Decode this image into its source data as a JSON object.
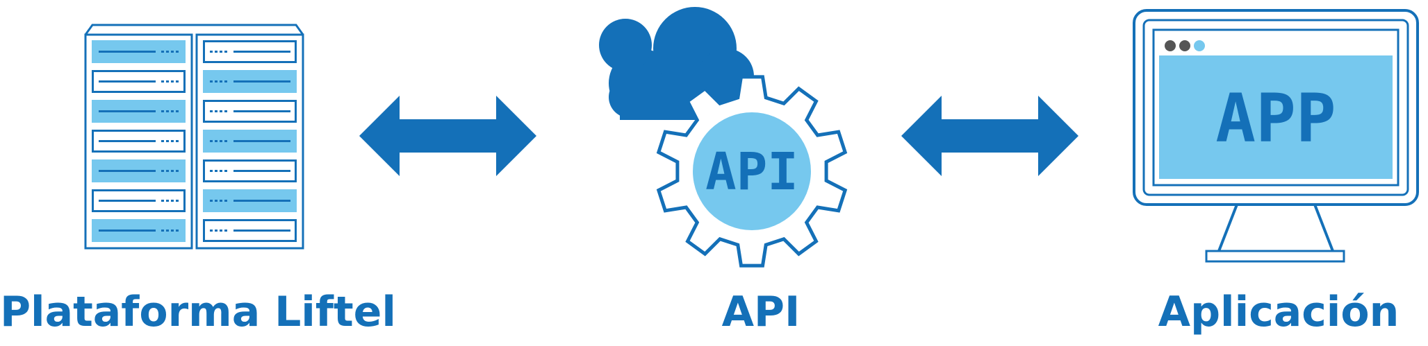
{
  "colors": {
    "primary": "#1470b8",
    "light": "#76c8ee",
    "dot_dark": "#555555",
    "background": "#ffffff"
  },
  "nodes": [
    {
      "id": "platform",
      "label": "Plataforma Liftel",
      "icon": "server-rack-icon"
    },
    {
      "id": "api",
      "label": "API",
      "icon": "cloud-gear-icon",
      "badge": "API"
    },
    {
      "id": "app",
      "label": "Aplicación",
      "icon": "monitor-icon",
      "screen_text": "APP"
    }
  ],
  "connectors": [
    {
      "from": "platform",
      "to": "api",
      "type": "bidirectional-arrow"
    },
    {
      "from": "api",
      "to": "app",
      "type": "bidirectional-arrow"
    }
  ]
}
